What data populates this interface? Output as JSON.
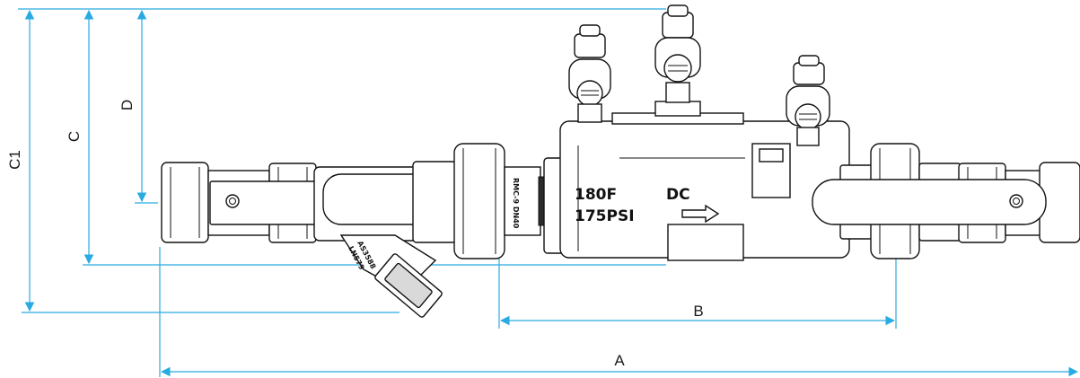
{
  "dimensions": {
    "A": "A",
    "B": "B",
    "C": "C",
    "C1": "C1",
    "D": "D"
  },
  "valve_markings": {
    "temperature": "180F",
    "pressure": "175PSI",
    "type": "DC",
    "strainer_code_1": "AS3588",
    "strainer_code_2": "LN579",
    "union_mark": "RMC-9 DN40"
  },
  "colors": {
    "dimension_line": "#29abe2",
    "outline": "#111111"
  }
}
